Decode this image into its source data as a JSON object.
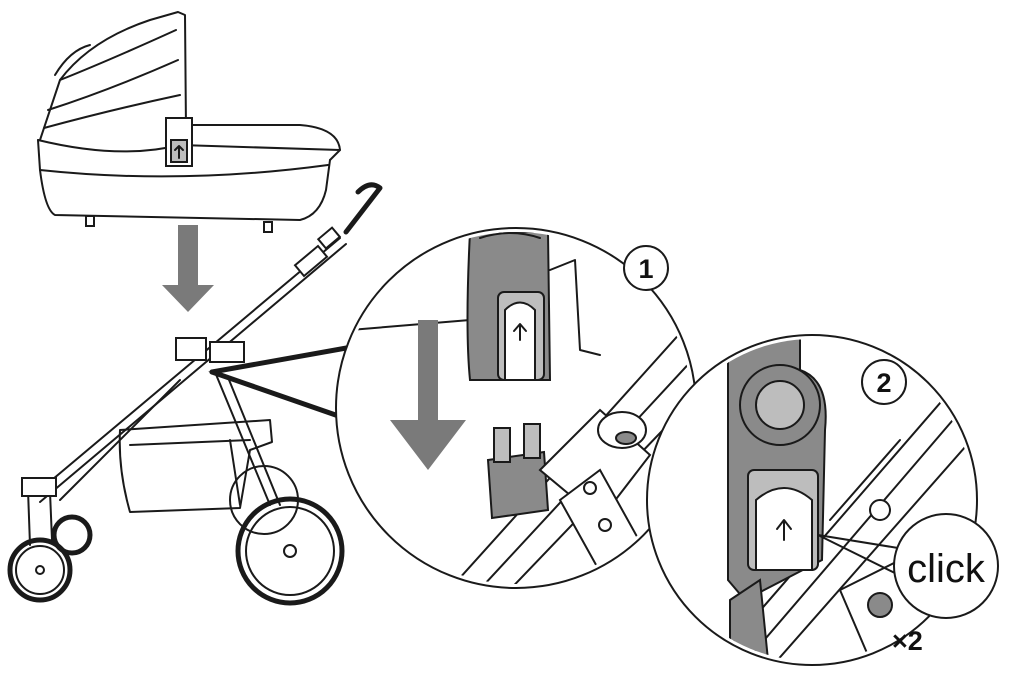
{
  "steps": [
    {
      "number": "1"
    },
    {
      "number": "2"
    }
  ],
  "labels": {
    "click": "click",
    "repeat": "×2"
  },
  "colors": {
    "line": "#1a1a1a",
    "arrow": "#7a7a7a",
    "part_dark": "#8a8a8a",
    "part_light": "#bdbdbd"
  }
}
